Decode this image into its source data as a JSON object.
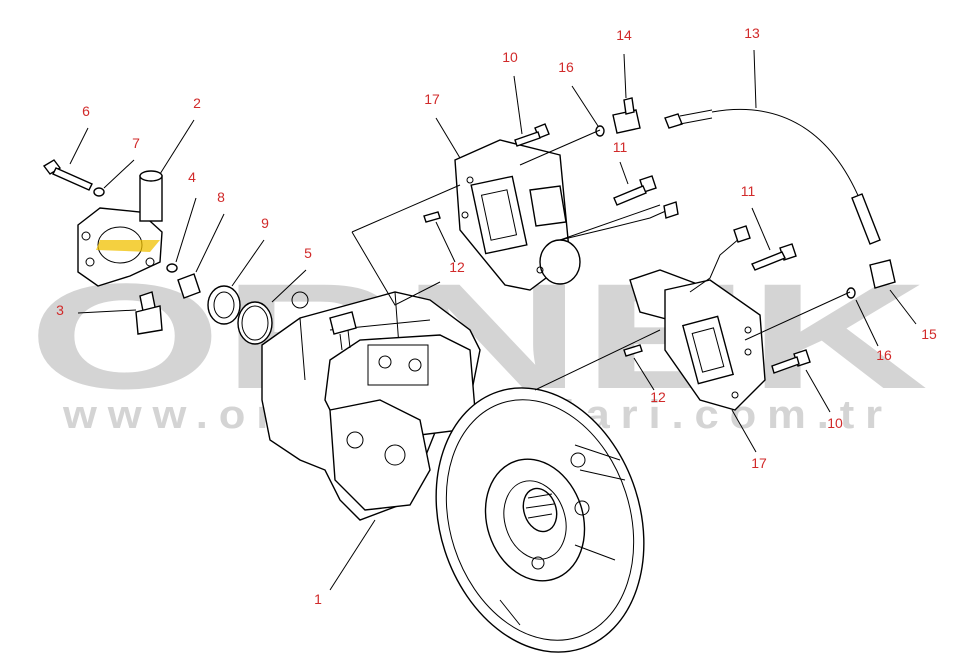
{
  "diagram": {
    "colors": {
      "label": "#d12a2a",
      "leader": "#000000",
      "watermark": "#d4d4d4",
      "highlight": "#f0c000"
    },
    "watermark": {
      "brand": "ORNEK",
      "url": "www.ornekparcalari.com.tr"
    },
    "callouts": [
      {
        "id": "c1",
        "text": "1"
      },
      {
        "id": "c2",
        "text": "2"
      },
      {
        "id": "c3",
        "text": "3"
      },
      {
        "id": "c4",
        "text": "4"
      },
      {
        "id": "c5",
        "text": "5"
      },
      {
        "id": "c6",
        "text": "6"
      },
      {
        "id": "c7",
        "text": "7"
      },
      {
        "id": "c8",
        "text": "8"
      },
      {
        "id": "c9",
        "text": "9"
      },
      {
        "id": "c10a",
        "text": "10"
      },
      {
        "id": "c10b",
        "text": "10"
      },
      {
        "id": "c11a",
        "text": "11"
      },
      {
        "id": "c11b",
        "text": "11"
      },
      {
        "id": "c12a",
        "text": "12"
      },
      {
        "id": "c12b",
        "text": "12"
      },
      {
        "id": "c13",
        "text": "13"
      },
      {
        "id": "c14",
        "text": "14"
      },
      {
        "id": "c15",
        "text": "15"
      },
      {
        "id": "c16a",
        "text": "16"
      },
      {
        "id": "c16b",
        "text": "16"
      },
      {
        "id": "c17a",
        "text": "17"
      },
      {
        "id": "c17b",
        "text": "17"
      }
    ]
  }
}
